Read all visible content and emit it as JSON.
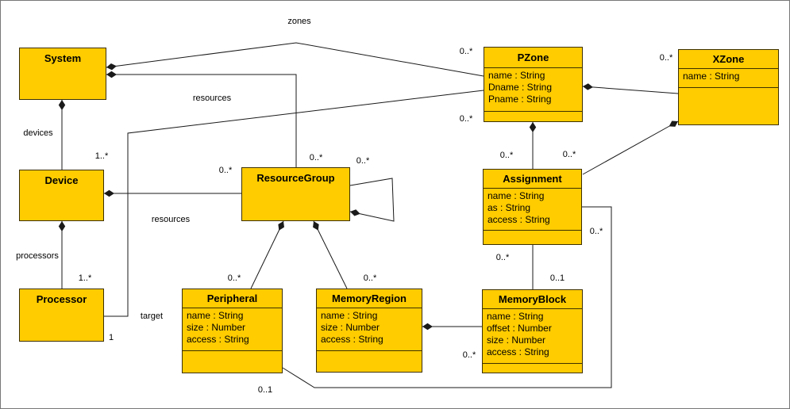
{
  "classes": {
    "system": {
      "name": "System",
      "attributes": []
    },
    "device": {
      "name": "Device",
      "attributes": []
    },
    "processor": {
      "name": "Processor",
      "attributes": []
    },
    "resourcegroup": {
      "name": "ResourceGroup",
      "attributes": []
    },
    "pzone": {
      "name": "PZone",
      "attributes": [
        "name : String",
        "Dname : String",
        "Pname : String"
      ]
    },
    "xzone": {
      "name": "XZone",
      "attributes": [
        "name : String"
      ]
    },
    "assignment": {
      "name": "Assignment",
      "attributes": [
        "name : String",
        "as : String",
        "access : String"
      ]
    },
    "peripheral": {
      "name": "Peripheral",
      "attributes": [
        "name : String",
        "size : Number",
        "access : String"
      ]
    },
    "memoryregion": {
      "name": "MemoryRegion",
      "attributes": [
        "name : String",
        "size : Number",
        "access : String"
      ]
    },
    "memoryblock": {
      "name": "MemoryBlock",
      "attributes": [
        "name : String",
        "offset : Number",
        "size : Number",
        "access : String"
      ]
    }
  },
  "associations": {
    "system_pzone": {
      "role": "zones",
      "pzone_mult": "0..*"
    },
    "system_resourcegroup": {
      "role": "resources",
      "rg_mult": "0..*"
    },
    "system_device": {
      "role": "devices",
      "device_mult": "1..*"
    },
    "device_resourcegroup": {
      "role": "resources",
      "rg_mult": "0..*"
    },
    "device_processor": {
      "role": "processors",
      "processor_mult": "1..*"
    },
    "pzone_processor": {
      "role": "target",
      "processor_mult": "1",
      "pzone_mult": "0..*"
    },
    "pzone_xzone": {
      "xzone_mult": "0..*"
    },
    "pzone_assignment": {
      "assignment_mult": "0..*"
    },
    "xzone_assignment": {
      "assignment_mult": "0..*"
    },
    "assignment_memoryblock": {
      "assignment_mult": "0..*",
      "memoryblock_mult": "0..1"
    },
    "assignment_peripheral": {
      "assignment_mult": "0..*",
      "peripheral_mult": "0..1"
    },
    "resourcegroup_self": {
      "mult": "0..*"
    },
    "resourcegroup_peripheral": {
      "peripheral_mult": "0..*"
    },
    "resourcegroup_memoryregion": {
      "memoryregion_mult": "0..*"
    },
    "memoryregion_memoryblock": {
      "memoryblock_mult": "0..*"
    }
  },
  "colors": {
    "class_fill": "#FFCC00",
    "class_border": "#3d3000",
    "edge_line": "#1a1a1a",
    "background": "#ffffff"
  }
}
